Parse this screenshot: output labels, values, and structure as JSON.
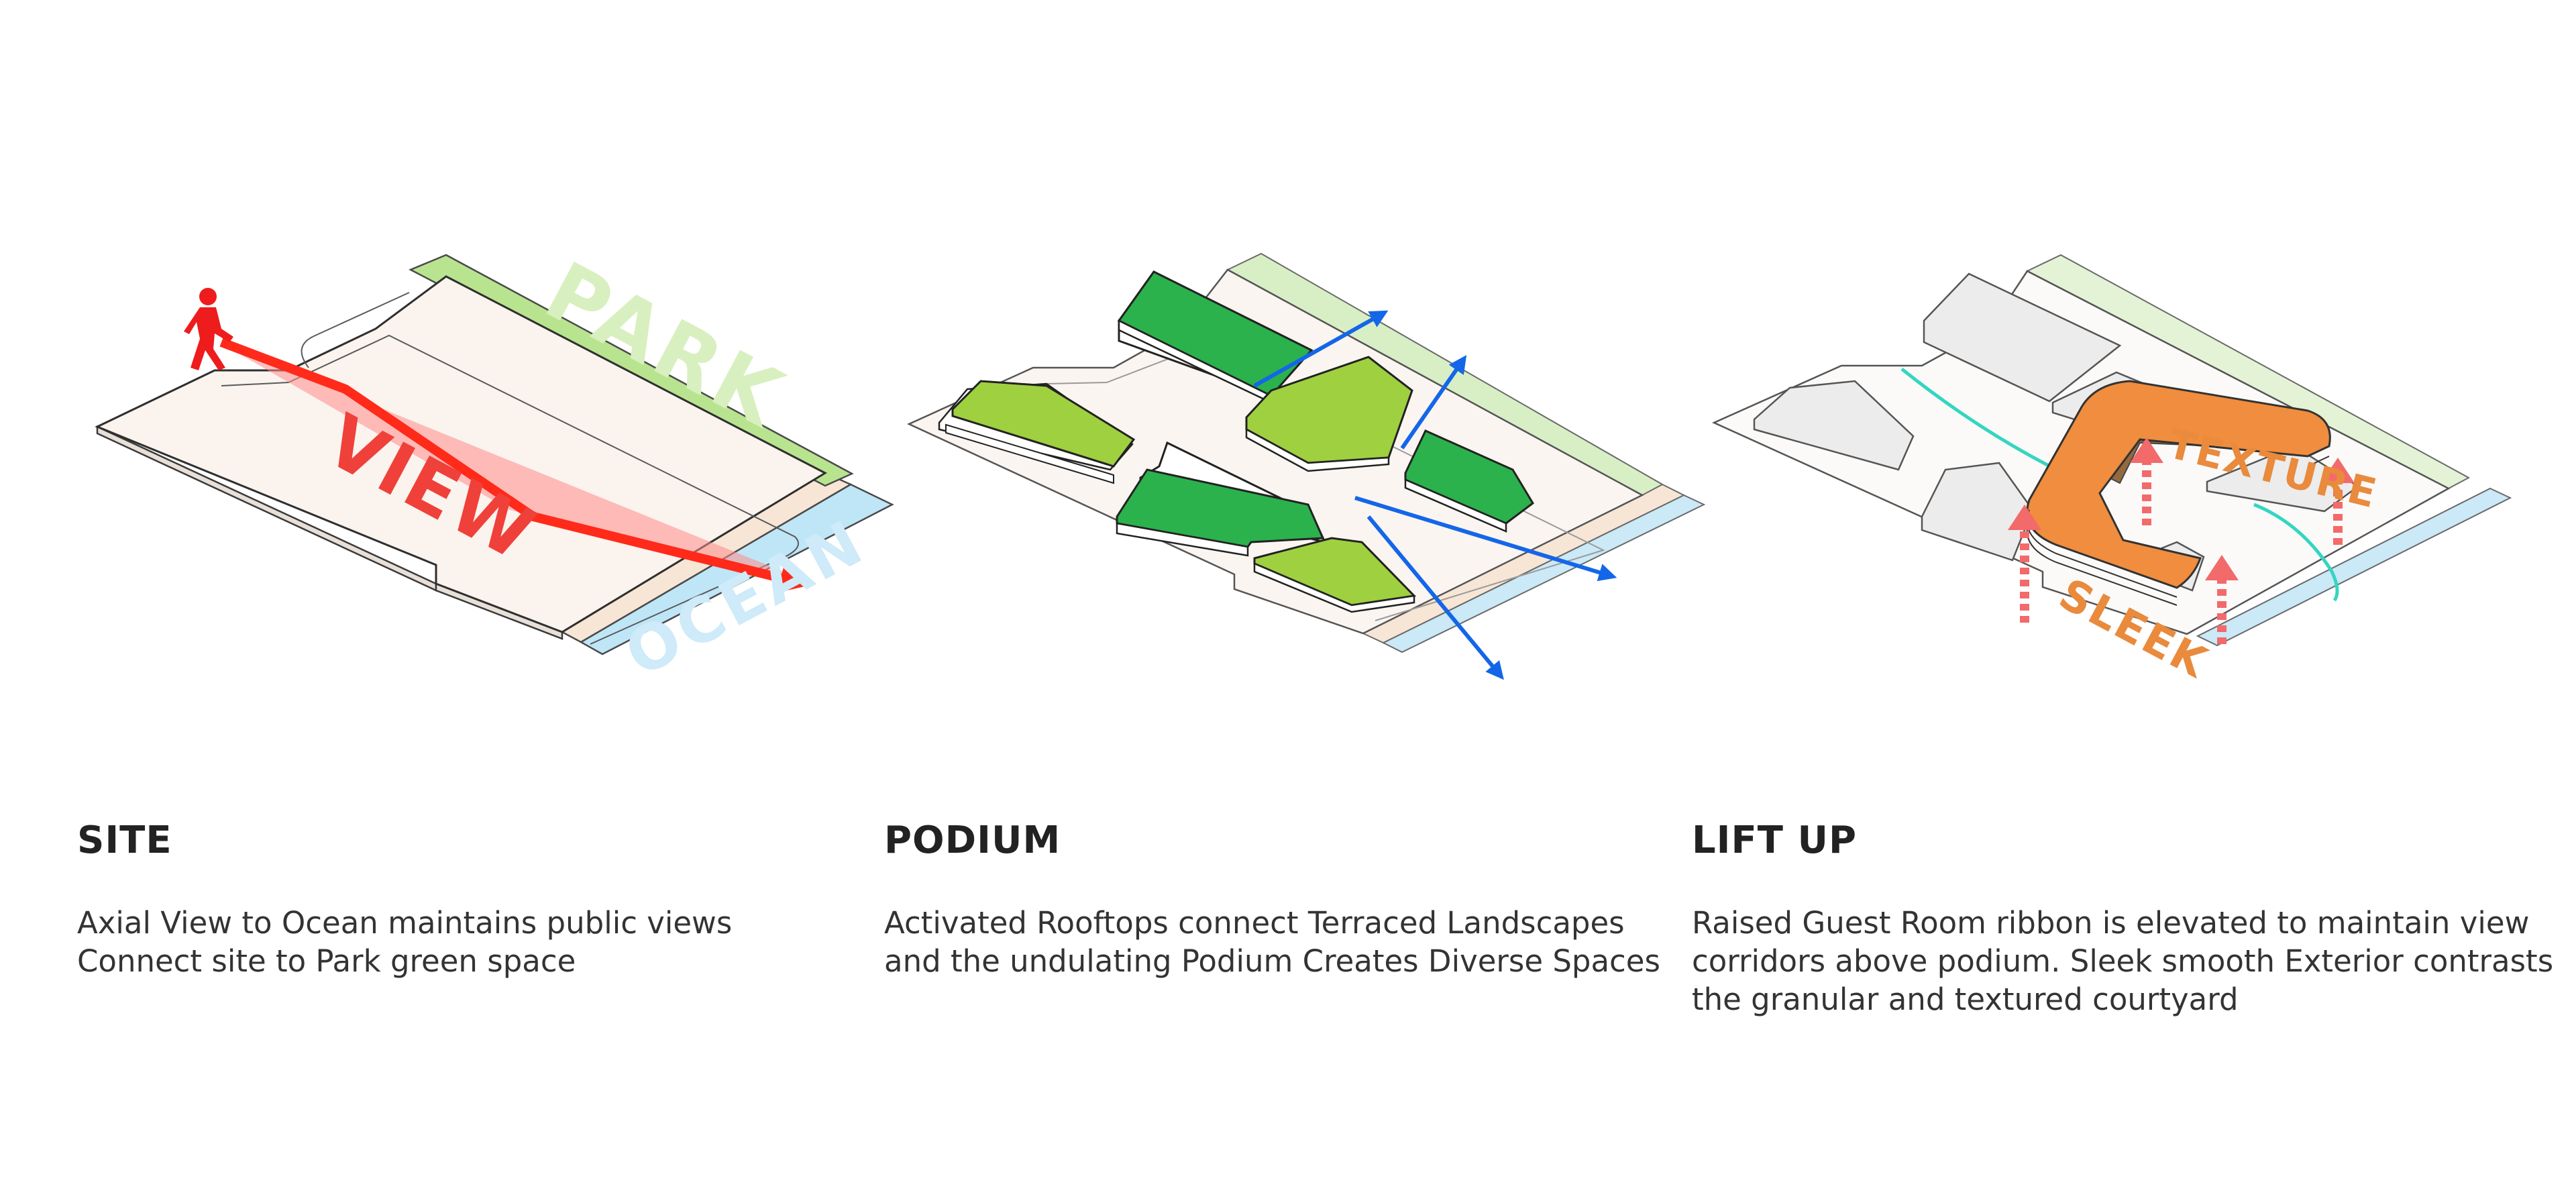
{
  "site": {
    "labels": {
      "park": "PARK",
      "view": "VIEW",
      "ocean": "OCEAN"
    },
    "title": "SITE",
    "desc": [
      "Axial View to Ocean maintains public views",
      "Connect site to Park green space"
    ]
  },
  "podium": {
    "title": "PODIUM",
    "desc": [
      "Activated Rooftops connect Terraced Landscapes",
      "and the undulating Podium Creates Diverse Spaces"
    ]
  },
  "liftup": {
    "labels": {
      "texture": "TEXTURE",
      "sleek": "SLEEK"
    },
    "title": "LIFT UP",
    "desc": [
      "Raised Guest Room ribbon is elevated to maintain view",
      "corridors above podium. Sleek smooth Exterior contrasts",
      "the granular and textured courtyard"
    ]
  },
  "colors": {
    "park": "#b9e48f",
    "ocean": "#bfe6f6",
    "view_arrow": "#ff2a1a",
    "view_label": "#f0403a",
    "roof_dark": "#2bb24c",
    "roof_light": "#9fd040",
    "blue_arrow": "#1466e8",
    "ribbon": "#f08d3e",
    "lift_arrow": "#f26a6a",
    "path_line": "#34d6c0"
  }
}
